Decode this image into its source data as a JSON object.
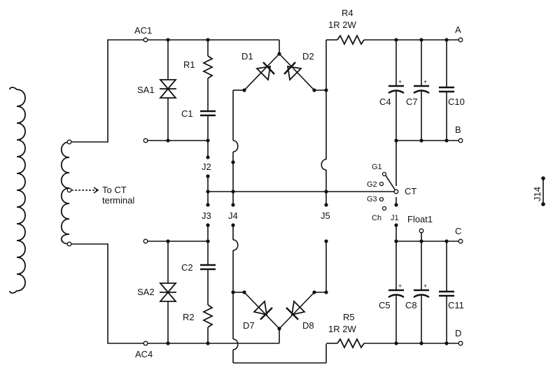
{
  "labels": {
    "ac1": "AC1",
    "ac4": "AC4",
    "r1": "R1",
    "r2": "R2",
    "sa1": "SA1",
    "sa2": "SA2",
    "c1": "C1",
    "c2": "C2",
    "d1": "D1",
    "d2": "D2",
    "d7": "D7",
    "d8": "D8",
    "r4": "R4",
    "r4_value": "1R 2W",
    "r5": "R5",
    "r5_value": "1R 2W",
    "c4": "C4",
    "c7": "C7",
    "c10": "C10",
    "c5": "C5",
    "c8": "C8",
    "c11": "C11",
    "j1": "J1",
    "j2": "J2",
    "j3": "J3",
    "j4": "J4",
    "j5": "J5",
    "j14": "J14",
    "g1": "G1",
    "g2": "G2",
    "g3": "G3",
    "ch": "Ch",
    "ct": "CT",
    "float1": "Float1",
    "to_ct_line1": "To CT",
    "to_ct_line2": "terminal",
    "out_a": "A",
    "out_b": "B",
    "out_c": "C",
    "out_d": "D",
    "plus": "+"
  }
}
